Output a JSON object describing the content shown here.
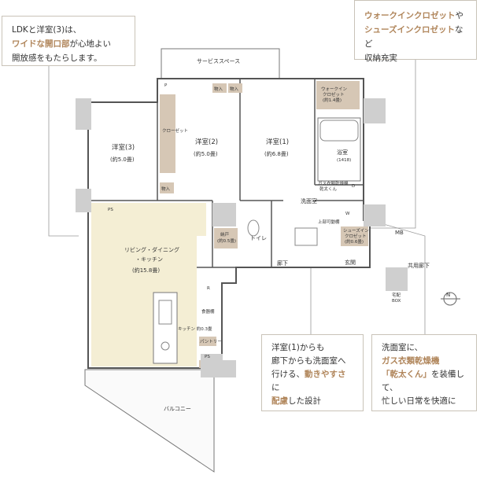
{
  "callouts": {
    "ldk": {
      "line1": "LDKと洋室(3)は、",
      "line2_hl": "ワイドな開口部",
      "line2_rest": "が心地よい",
      "line3": "開放感をもたらします。"
    },
    "closet": {
      "line1_hl": "ウォークインクロゼット",
      "line1_rest": "や",
      "line2_hl": "シューズインクロゼット",
      "line2_rest": "など",
      "line3": "収納充実"
    },
    "washroom": {
      "line1": "洋室(1)からも",
      "line2": "廊下からも洗面室へ",
      "line3_a": "行ける、",
      "line3_hl": "動きやすさ",
      "line3_b": "に",
      "line4_hl": "配慮",
      "line4_rest": "した設計"
    },
    "dryer": {
      "line1": "洗面室に、",
      "line2_hl": "ガス衣類乾燥機",
      "line3_hl": "「乾太くん」",
      "line3_rest": "を装備して、",
      "line4": "忙しい日常を快適に"
    }
  },
  "rooms": {
    "service_space": "サービススペース",
    "room3_name": "洋室(3)",
    "room3_size": "(約5.0畳)",
    "room2_name": "洋室(2)",
    "room2_size": "(約5.0畳)",
    "room1_name": "洋室(1)",
    "room1_size": "(約6.8畳)",
    "ldk_name1": "リビング・ダイニング",
    "ldk_name2": "・キッチン",
    "ldk_size": "(約15.8畳)",
    "bath_name": "浴室",
    "bath_size": "(1418)",
    "wic_name1": "ウォークイン",
    "wic_name2": "クロゼット",
    "wic_size": "(約1.4畳)",
    "washroom": "洗面室",
    "toilet": "トイレ",
    "storage_name": "納戸",
    "storage_size": "(約0.5畳)",
    "hallway": "廊下",
    "entrance": "玄関",
    "sic_name1": "シューズイン",
    "sic_name2": "クロゼット",
    "sic_size": "(約0.6畳)",
    "shared_hallway": "共用廊下",
    "balcony": "バルコニー",
    "closet_label": "クローゼット",
    "mb": "MB",
    "delivery_box1": "宅配",
    "delivery_box2": "BOX",
    "pantry": "パントリー",
    "kitchen_storage": "キッチン 約0.3畳",
    "food_storage": "食器棚",
    "north": "N",
    "dryer_label1": "ガス衣類乾燥機",
    "dryer_label2": "乾太くん",
    "shelf_label": "上部可動棚",
    "storage_tag": "物入",
    "ps": "PS",
    "p": "P",
    "d": "D",
    "w": "W",
    "r": "R"
  },
  "colors": {
    "ldk_fill": "#f4eed4",
    "closet_fill": "#d6c7b5",
    "shaft_fill": "#cfcfcf",
    "accent": "#b0855a",
    "wall": "#666666"
  }
}
